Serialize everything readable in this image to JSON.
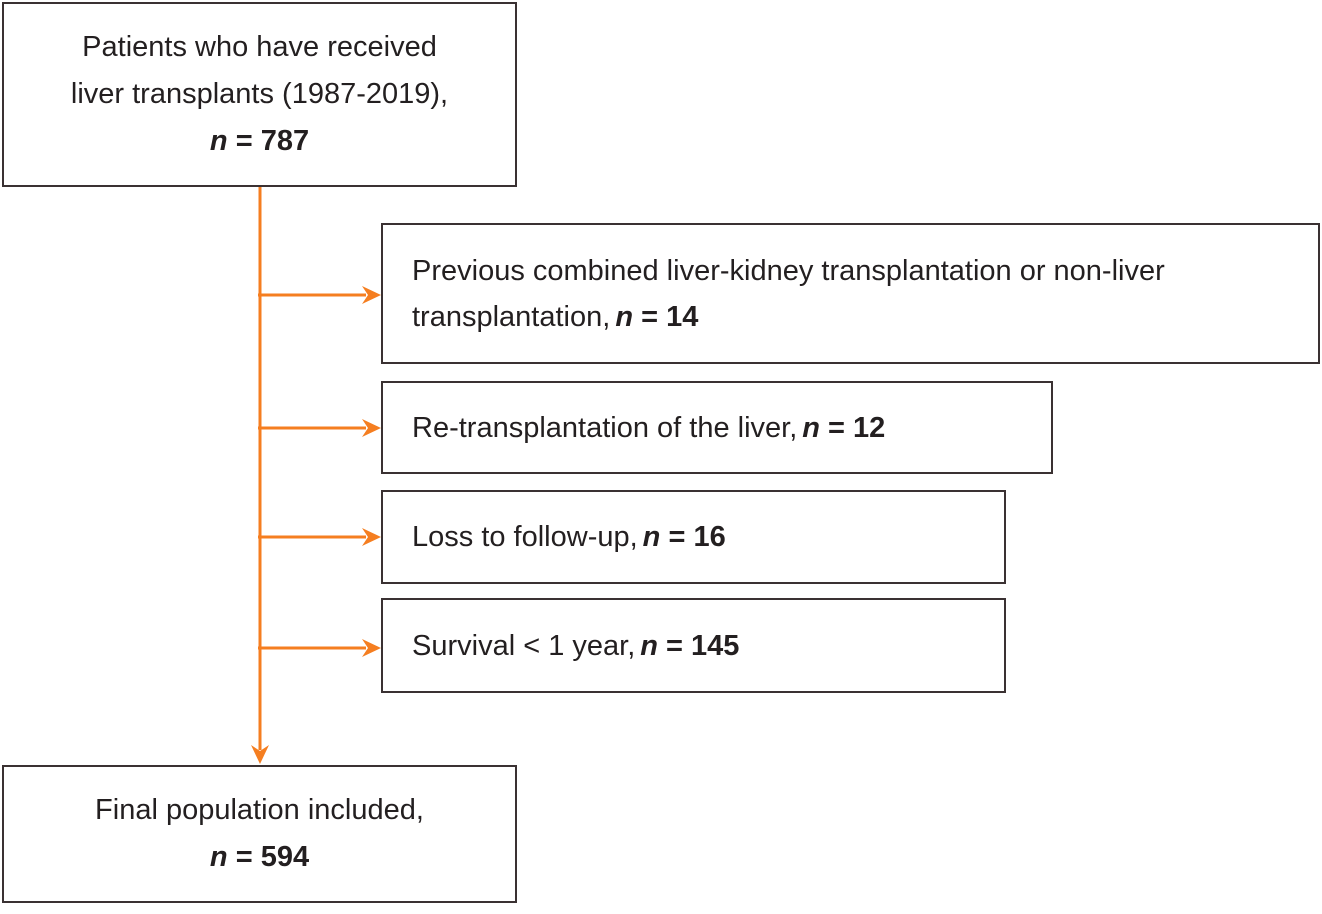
{
  "colors": {
    "accent": "#F57E20",
    "border": "#3A3132",
    "text": "#231F20",
    "bg": "#FFFFFF"
  },
  "flow": {
    "source": {
      "line1": "Patients who have received",
      "line2": "liver transplants (1987-2019),",
      "n_symbol": "n",
      "n_value": " = 787"
    },
    "exclusions": [
      {
        "text": "Previous combined liver-kidney transplantation or non-liver\ntransplantation,",
        "n_symbol": "n",
        "n_value": " = 14"
      },
      {
        "text": "Re-transplantation of the liver,",
        "n_symbol": "n",
        "n_value": " = 12"
      },
      {
        "text": "Loss to follow-up,",
        "n_symbol": "n",
        "n_value": " = 16"
      },
      {
        "text": "Survival < 1 year,",
        "n_symbol": "n",
        "n_value": " = 145"
      }
    ],
    "result": {
      "line1": "Final population included,",
      "n_symbol": "n",
      "n_value": " = 594"
    }
  }
}
